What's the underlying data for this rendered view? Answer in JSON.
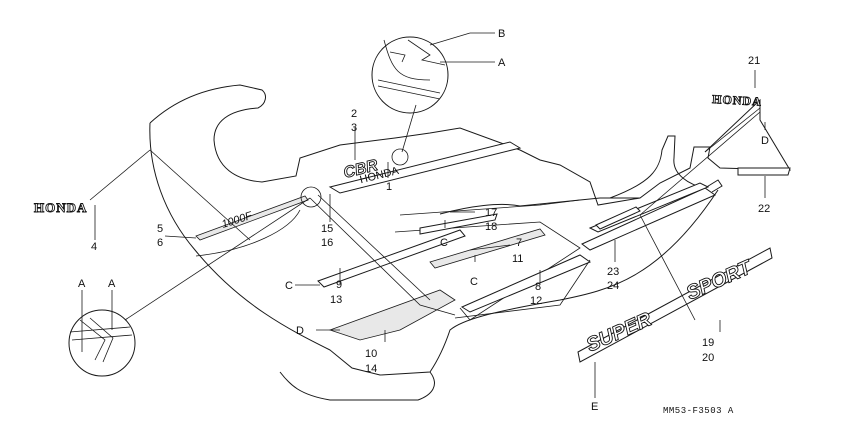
{
  "diagram": {
    "callouts": {
      "p1": "1",
      "p2": "2",
      "p3": "3",
      "p4": "4",
      "p5": "5",
      "p6": "6",
      "p7": "7",
      "p8": "8",
      "p9": "9",
      "p10": "10",
      "p11": "11",
      "p12": "12",
      "p13": "13",
      "p14": "14",
      "p15": "15",
      "p16": "16",
      "p17": "17",
      "p18": "18",
      "p19": "19",
      "p20": "20",
      "p21": "21",
      "p22": "22",
      "p23": "23",
      "p24": "24"
    },
    "letters": {
      "A": "A",
      "B": "B",
      "C": "C",
      "D": "D",
      "E": "E"
    },
    "emblems": {
      "honda": "HONDA",
      "cbr": "CBR",
      "cbr_sub": "HONDA",
      "model": "1000F",
      "super": "SUPER",
      "sport": "SPORT"
    },
    "figure_code": "MM53-F3503 A",
    "colors": {
      "line": "#1a1a1a",
      "fill": "#ffffff",
      "shade": "#e8e8e8"
    }
  }
}
